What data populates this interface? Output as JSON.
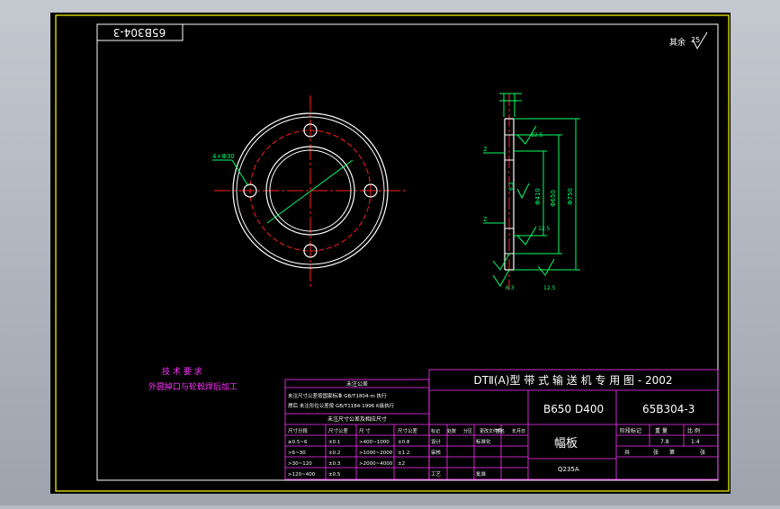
{
  "colors": {
    "sheet": "#000000",
    "frame": "#ffff00",
    "part": "#ffffff",
    "centerline": "#ff2020",
    "dimension": "#00ff66",
    "table": "#ff33ff"
  },
  "drawing": {
    "code_box": "65B304-3",
    "surface_note": "其余",
    "surface_symbol": "25",
    "hole_label": "4×Φ30",
    "section_dims": {
      "dia_outer": "Φ750",
      "dia_pitch": "Φ650",
      "dia_inner": "Φ410",
      "thk_top": "2",
      "thk_bottom": "2",
      "rough_a": "12.5",
      "rough_b": "12.5",
      "rough_c": "12.5",
      "rough_d": "6.3",
      "rough_e": "6.3"
    }
  },
  "tech_req": {
    "title": "技 术 要 求",
    "line1": "外圆掉口与轮毂焊后加工"
  },
  "tolerance": {
    "title": "未注公差",
    "line1": "未注尺寸公差按国家标准 GB/T1804-m 执行",
    "line2": "焊后 未注形位公差按 GB/T1184-1996 K级执行",
    "subtitle": "未注尺寸公差及相应尺寸",
    "headers": [
      "尺寸分段",
      "尺寸公差",
      "尺 寸",
      "尺寸公差"
    ],
    "rows": [
      [
        "≥0.5~6",
        "±0.1",
        ">400~1000",
        "±0.8"
      ],
      [
        ">6~30",
        "±0.2",
        ">1000~2000",
        "±1.2"
      ],
      [
        ">30~120",
        "±0.3",
        ">2000~4000",
        "±2"
      ],
      [
        ">120~400",
        "±0.5",
        "",
        ""
      ]
    ]
  },
  "title_block": {
    "title": "DTⅡ(A)型  带 式 输 送 机 专 用 图 - 2002",
    "spec": "B650  D400",
    "drawing_no": "65B304-3",
    "part_name": "幅板",
    "material": "Q235A",
    "stage_label": "阶段标记",
    "weight_label": "重 量",
    "scale_label": "比 例",
    "weight": "7.8",
    "scale": "1:4",
    "sheet_total_label": "共",
    "sheet_label": "张",
    "sheet_no_label": "第",
    "sheet_no_label2": "张",
    "rev_headers": [
      "标记",
      "处数",
      "分区",
      "更改文件号",
      "签名",
      "年月日"
    ],
    "roles": [
      "设计",
      "",
      "标准化"
    ],
    "roles2": [
      "审核",
      "",
      ""
    ],
    "roles3": [
      "工艺",
      "",
      "批准"
    ]
  }
}
